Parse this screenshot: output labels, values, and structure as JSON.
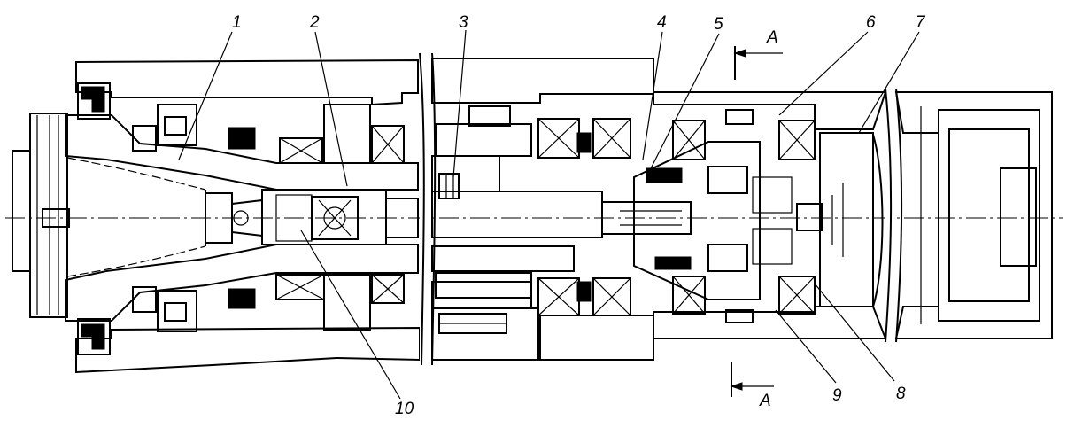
{
  "callouts": [
    "1",
    "2",
    "3",
    "4",
    "5",
    "6",
    "7",
    "8",
    "9",
    "10"
  ],
  "section_marker": "A"
}
